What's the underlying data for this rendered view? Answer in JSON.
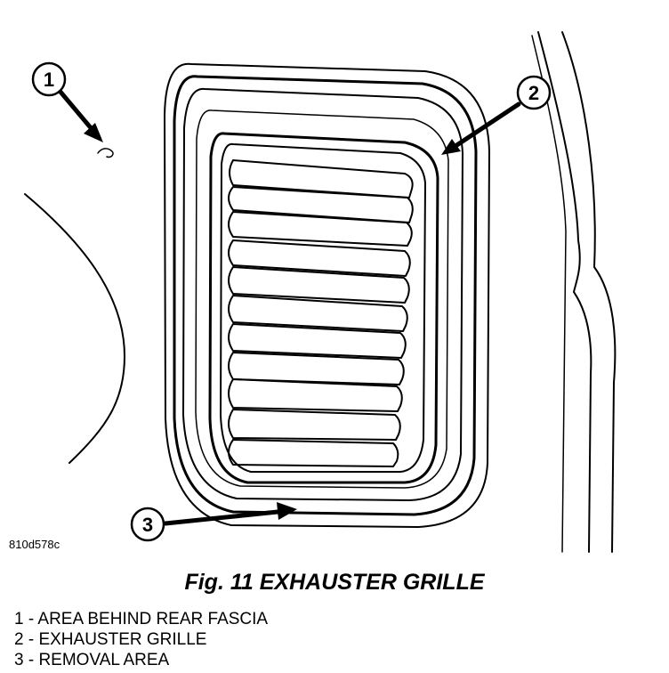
{
  "figure": {
    "id": "810d578c",
    "caption": "Fig. 11 EXHAUSTER GRILLE"
  },
  "callouts": [
    {
      "number": "1",
      "label": "AREA BEHIND REAR FASCIA"
    },
    {
      "number": "2",
      "label": "EXHAUSTER GRILLE"
    },
    {
      "number": "3",
      "label": "REMOVAL AREA"
    }
  ],
  "legend": [
    "1 - AREA BEHIND REAR FASCIA",
    "2 - EXHAUSTER GRILLE",
    "3 - REMOVAL AREA"
  ],
  "colors": {
    "line": "#000000",
    "background": "#ffffff"
  }
}
